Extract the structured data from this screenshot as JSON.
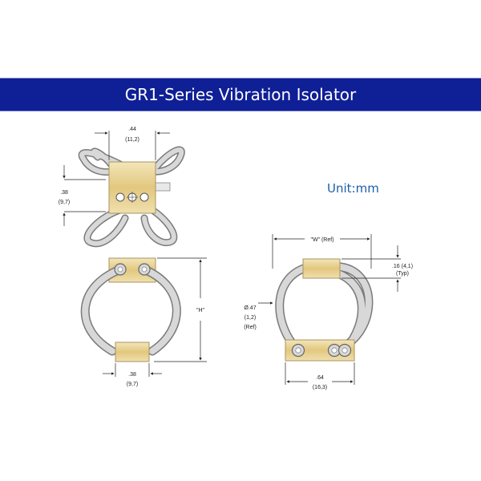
{
  "title": "GR1-Series Vibration Isolator",
  "unit_label": "Unit:mm",
  "colors": {
    "banner": "#0f1f96",
    "unit_text": "#1c5fa8",
    "cable": "#d4d4d4",
    "cable_outline": "#7a7a7a",
    "bar": "#e6cf8c"
  },
  "top_view": {
    "width_in": ".44",
    "width_mm": "(11,2)",
    "height_in": ".38",
    "height_mm": "(9,7)"
  },
  "front_view": {
    "height_label": "\"H\"",
    "bar_in": ".38",
    "bar_mm": "(9,7)"
  },
  "side_view": {
    "width_label": "\"W\" (Ref)",
    "bar_thickness": ".16 (4,1)",
    "bar_thickness_note": "(Typ)",
    "cable_dia": "Ø.47",
    "cable_dia_mm": "(1,2)",
    "cable_dia_note": "(Ref)",
    "base_in": ".64",
    "base_mm": "(16,3)"
  }
}
